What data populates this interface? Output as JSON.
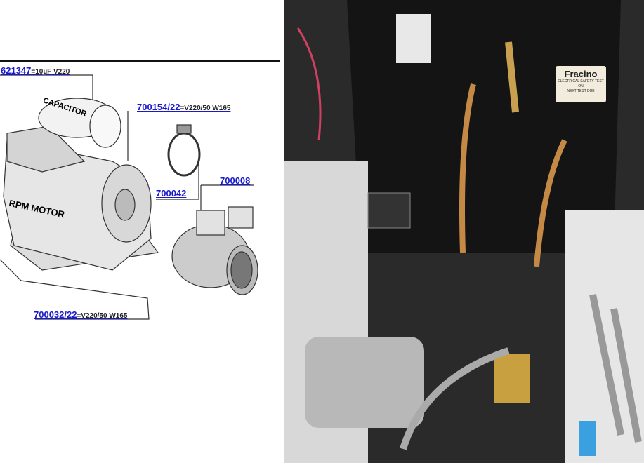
{
  "diagram": {
    "parts": [
      {
        "number": "621347",
        "spec": "=10µF V220"
      },
      {
        "number": "700154/22",
        "spec": "=V220/50 W165"
      },
      {
        "number": "700042",
        "spec": ""
      },
      {
        "number": "700008",
        "spec": ""
      },
      {
        "number": "700032/22",
        "spec": "=V220/50 W165"
      }
    ],
    "drawing_text": {
      "capacitor": "CAPACITOR",
      "motor": "RPM MOTOR"
    }
  },
  "photo": {
    "sticker": {
      "brand": "Fracino",
      "line1": "ELECTRICAL SAFETY TEST",
      "line2": "ON",
      "line3": "NEXT TEST DUE"
    }
  }
}
